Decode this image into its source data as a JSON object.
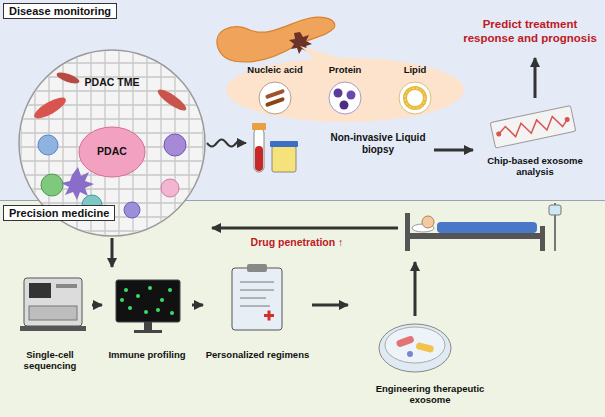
{
  "diagram": {
    "nodes": [
      {
        "text": [
          "Disease monitoring"
        ]
      },
      {
        "text": [
          "Precision medicine"
        ]
      },
      {
        "text": [
          "PDAC TME",
          "PDAC"
        ]
      },
      {
        "text": [
          "Nucleic acid"
        ],
        "in": 0
      },
      {
        "text": [
          "Protein"
        ],
        "in": 0
      },
      {
        "text": [
          "Lipid"
        ],
        "in": 0
      },
      {
        "text": [
          "Non-invasive Liquid biopsy"
        ],
        "in": 0
      },
      {
        "text": [
          "Chip-based exosome analysis"
        ],
        "in": 0
      },
      {
        "text": [
          "Predict treatment response and prognosis"
        ],
        "in": 0
      },
      {
        "text": [
          "Single-cell sequencing"
        ],
        "in": 1
      },
      {
        "text": [
          "Immune profiling"
        ],
        "in": 1
      },
      {
        "text": [
          "Personalized regimens"
        ],
        "in": 1
      },
      {
        "text": [
          "Engineering therapeutic exosome"
        ],
        "in": 1
      }
    ],
    "edges": [
      {
        "from": 2,
        "to": 6,
        "arrow": "to"
      },
      {
        "from": 6,
        "to": 7,
        "arrow": "to"
      },
      {
        "from": 7,
        "to": 8,
        "arrow": "to"
      },
      {
        "from": 2,
        "to": 9,
        "arrow": "to"
      },
      {
        "from": 9,
        "to": 10,
        "arrow": "to"
      },
      {
        "from": 10,
        "to": 11,
        "arrow": "to"
      },
      {
        "from": 11,
        "to": 12,
        "arrow": "to"
      }
    ],
    "labels": [
      "Drug penetration ↑"
    ]
  }
}
